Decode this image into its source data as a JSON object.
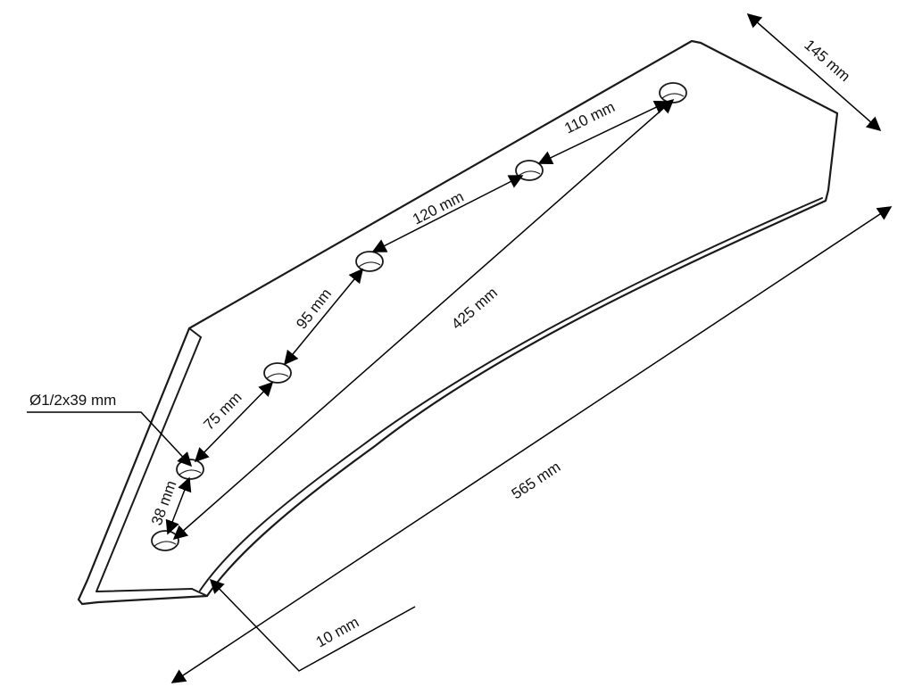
{
  "dimensions": {
    "width_label": "145 mm",
    "length_label": "565 mm",
    "thickness_label": "10 mm",
    "hole_diameter_label": "Ø1/2x39 mm",
    "hole_spacing_labels": [
      "38 mm",
      "75 mm",
      "95 mm",
      "120 mm",
      "110 mm"
    ],
    "diagonal_label": "425 mm"
  },
  "colors": {
    "line": "#1a1a1a",
    "background": "#ffffff"
  }
}
